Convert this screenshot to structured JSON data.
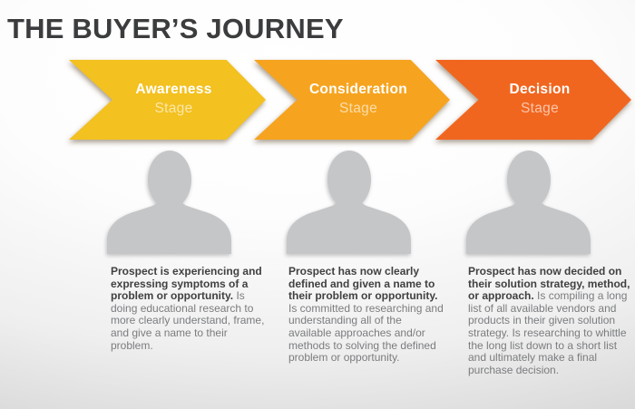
{
  "title": "THE BUYER’S JOURNEY",
  "colors": {
    "stage1_arrow": "#F3C120",
    "stage2_arrow": "#F6A41F",
    "stage3_arrow": "#F1661F",
    "title_text": "#3A3C3E",
    "lead_text": "#414042",
    "body_text": "#7A7C7F",
    "silhouette": "#C5C6C8"
  },
  "stages": [
    {
      "name": "Awareness",
      "label": "Stage",
      "color": "#F3C120",
      "desc_bold": "Prospect is experiencing and expressing symptoms of a problem or opportunity.",
      "desc_rest": " Is doing educational research to more clearly understand, frame, and give a name to their problem."
    },
    {
      "name": "Consideration",
      "label": "Stage",
      "color": "#F6A41F",
      "desc_bold": "Prospect has now clearly defined and given a name to their problem or opportunity.",
      "desc_rest": " Is committed to researching and understanding all of the available approaches and/or methods to solving the defined problem or opportunity."
    },
    {
      "name": "Decision",
      "label": "Stage",
      "color": "#F1661F",
      "desc_bold": "Prospect has now decided on their solution strategy, method, or approach.",
      "desc_rest": " Is compiling a long list of all available vendors and products in their given solution strategy. Is researching to whittle the long list down to a short list and ultimately make a final purchase decision."
    }
  ]
}
